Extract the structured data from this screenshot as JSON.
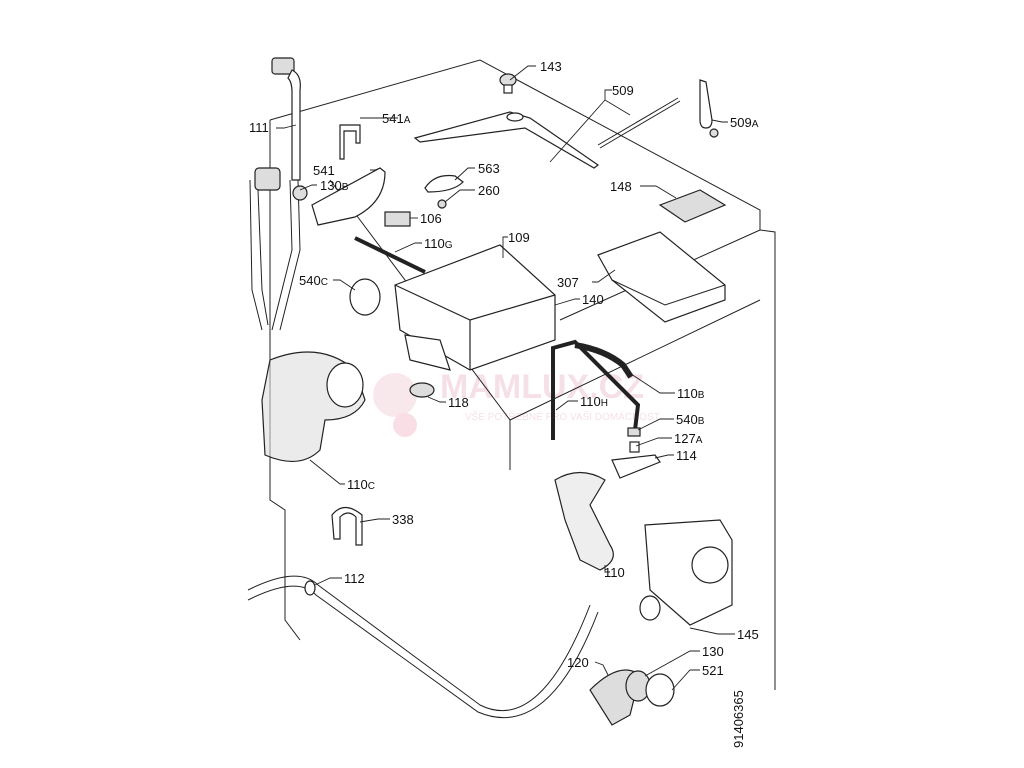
{
  "diagram": {
    "title": "Washing machine exploded parts diagram - upper housing, detergent dispenser and hoses",
    "drawing_number": "91406365",
    "watermark": {
      "brand": "MAMLUX.CZ",
      "tagline": "VŠE POTŘEBNÉ PRO VAŠI DOMÁCNOST"
    },
    "labels": [
      {
        "id": "143",
        "num": "143",
        "suffix": ""
      },
      {
        "id": "509",
        "num": "509",
        "suffix": ""
      },
      {
        "id": "509A",
        "num": "509",
        "suffix": "A"
      },
      {
        "id": "111",
        "num": "111",
        "suffix": ""
      },
      {
        "id": "541A",
        "num": "541",
        "suffix": "A"
      },
      {
        "id": "541",
        "num": "541",
        "suffix": ""
      },
      {
        "id": "130B",
        "num": "130",
        "suffix": "B"
      },
      {
        "id": "563",
        "num": "563",
        "suffix": ""
      },
      {
        "id": "260",
        "num": "260",
        "suffix": ""
      },
      {
        "id": "106",
        "num": "106",
        "suffix": ""
      },
      {
        "id": "148",
        "num": "148",
        "suffix": ""
      },
      {
        "id": "110G",
        "num": "110",
        "suffix": "G"
      },
      {
        "id": "109",
        "num": "109",
        "suffix": ""
      },
      {
        "id": "540C",
        "num": "540",
        "suffix": "C"
      },
      {
        "id": "307",
        "num": "307",
        "suffix": ""
      },
      {
        "id": "140",
        "num": "140",
        "suffix": ""
      },
      {
        "id": "110B",
        "num": "110",
        "suffix": "B"
      },
      {
        "id": "118",
        "num": "118",
        "suffix": ""
      },
      {
        "id": "110H",
        "num": "110",
        "suffix": "H"
      },
      {
        "id": "540B",
        "num": "540",
        "suffix": "B"
      },
      {
        "id": "127A",
        "num": "127",
        "suffix": "A"
      },
      {
        "id": "114",
        "num": "114",
        "suffix": ""
      },
      {
        "id": "110C",
        "num": "110",
        "suffix": "C"
      },
      {
        "id": "338",
        "num": "338",
        "suffix": ""
      },
      {
        "id": "112",
        "num": "112",
        "suffix": ""
      },
      {
        "id": "110",
        "num": "110",
        "suffix": ""
      },
      {
        "id": "145",
        "num": "145",
        "suffix": ""
      },
      {
        "id": "120",
        "num": "120",
        "suffix": ""
      },
      {
        "id": "130",
        "num": "130",
        "suffix": ""
      },
      {
        "id": "521",
        "num": "521",
        "suffix": ""
      }
    ]
  }
}
